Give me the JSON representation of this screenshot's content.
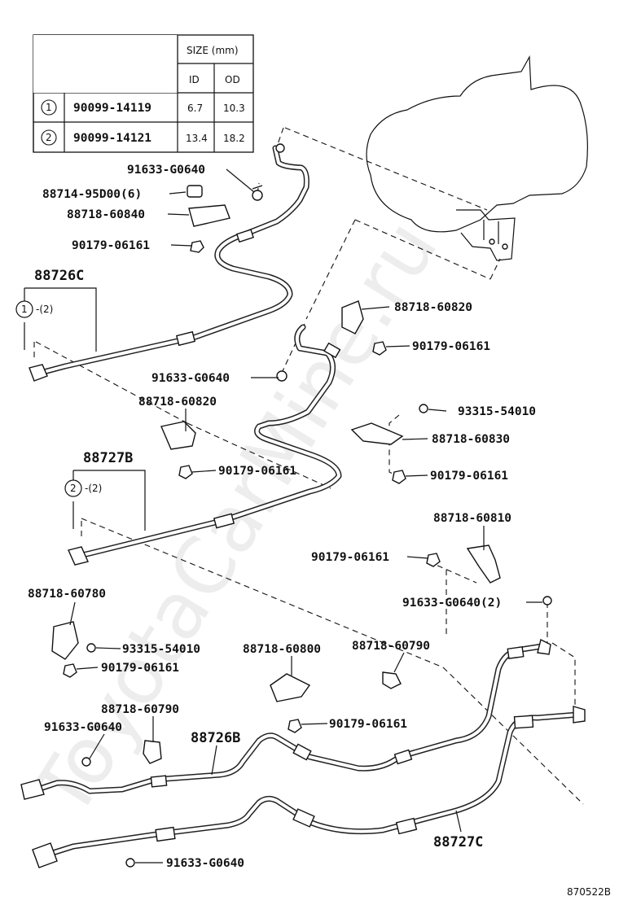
{
  "table": {
    "size_header": "SIZE (mm)",
    "id_header": "ID",
    "od_header": "OD",
    "rows": [
      {
        "mark": "1",
        "part": "90099-14119",
        "id": "6.7",
        "od": "10.3"
      },
      {
        "mark": "2",
        "part": "90099-14121",
        "id": "13.4",
        "od": "18.2"
      }
    ]
  },
  "labels": {
    "l01": "91633-G0640",
    "l02": "88714-95D00(6)",
    "l03": "88718-60840",
    "l04": "90179-06161",
    "l05": "88726C",
    "l06": "-(2)",
    "l07": "88718-60820",
    "l08": "90179-06161",
    "l09": "91633-G0640",
    "l10": "88718-60820",
    "l11": "93315-54010",
    "l12": "88718-60830",
    "l13": "90179-06161",
    "l14": "88727B",
    "l15": "-(2)",
    "l16": "90179-06161",
    "l17": "88718-60810",
    "l18": "90179-06161",
    "l19": "91633-G0640(2)",
    "l20": "88718-60780",
    "l21": "93315-54010",
    "l22": "90179-06161",
    "l23": "88718-60800",
    "l24": "88718-60790",
    "l25": "88718-60790",
    "l26": "91633-G0640",
    "l27": "88726B",
    "l28": "90179-06161",
    "l29": "88727C",
    "l30": "91633-G0640"
  },
  "callouts": {
    "c1": "1",
    "c2": "2"
  },
  "diagram_code": "870522B",
  "watermark": "ToyotaCarMine.ru"
}
